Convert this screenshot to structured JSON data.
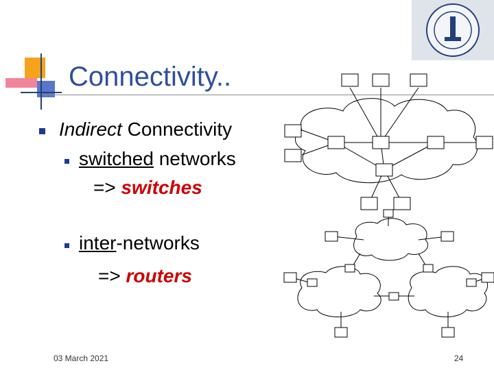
{
  "slide": {
    "title": "Connectivity..",
    "bullet1": {
      "italic": "Indirect",
      "rest": " Connectivity"
    },
    "sub1": {
      "underlined": "switched",
      "rest": " networks",
      "arrow": "=> ",
      "highlight": "switches"
    },
    "sub2": {
      "underlined": "inter",
      "rest": "-networks",
      "arrow": "=> ",
      "highlight": "routers"
    },
    "date": "03 March 2021",
    "page_number": "24"
  },
  "colors": {
    "title": "#2f4f9a",
    "highlight": "#cc0000",
    "bullet": "#1f3a93",
    "deco_orange": "#f7a21b",
    "deco_pink": "#ef6f8a"
  },
  "icons": [
    "university-logo",
    "title-decoration",
    "switched-network-diagram",
    "internetwork-diagram"
  ]
}
